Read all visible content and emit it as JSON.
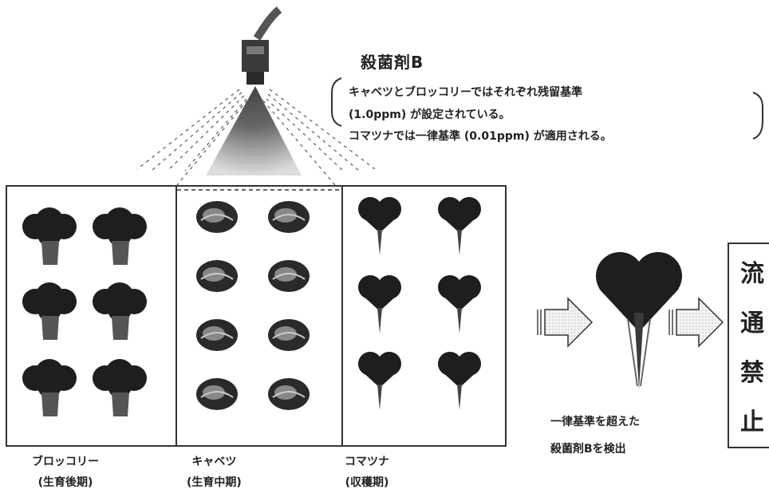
{
  "pesticide_title": "殺菌剤B",
  "notes": [
    "キャベツとブロッコリーではそれぞれ残留基準",
    "(1.0ppm) が設定されている。",
    "コマツナでは一律基準 (0.01ppm) が適用される。"
  ],
  "plots": [
    {
      "name": "ブロッコリー",
      "stage": "(生育後期)"
    },
    {
      "name": "キャベツ",
      "stage": "(生育中期)"
    },
    {
      "name": "コマツナ",
      "stage": "(収穫期)"
    }
  ],
  "detection_caption": [
    "一律基準を超えた",
    "殺菌剤Bを検出"
  ],
  "ban_text": [
    "流",
    "通",
    "禁",
    "止"
  ]
}
